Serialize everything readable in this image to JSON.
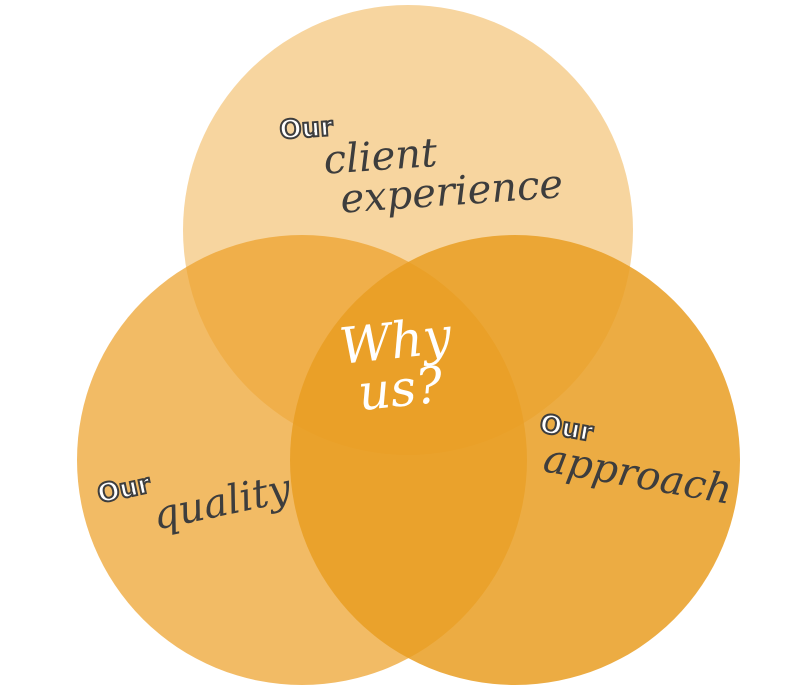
{
  "diagram": {
    "center_label": [
      "Why",
      "us?"
    ],
    "circles": [
      {
        "prefix": "Our",
        "label_lines": [
          "client",
          "experience"
        ],
        "color": "#f5d59b"
      },
      {
        "prefix": "Our",
        "label_lines": [
          "quality"
        ],
        "color": "#efb95a"
      },
      {
        "prefix": "Our",
        "label_lines": [
          "approach"
        ],
        "color": "#eaa533"
      }
    ],
    "center_color": "#e89b1c"
  }
}
